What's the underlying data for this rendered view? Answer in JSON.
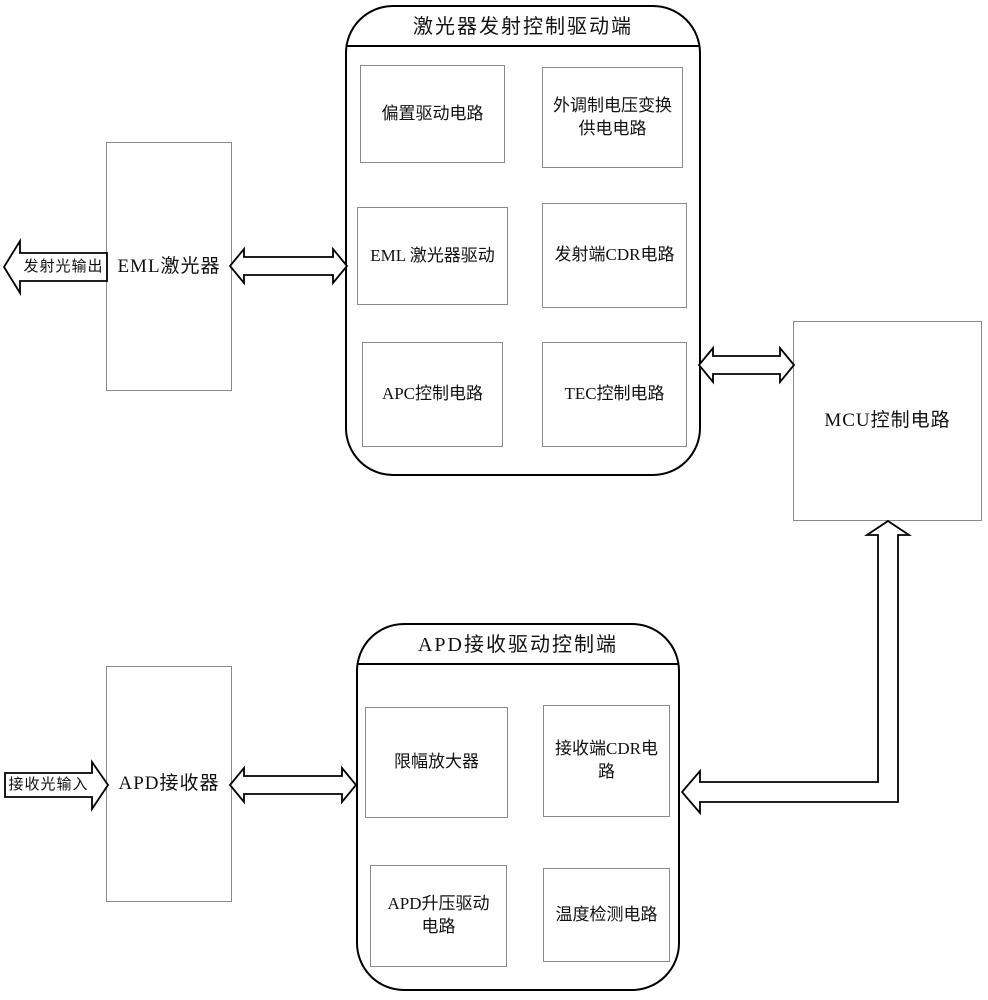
{
  "diagram": {
    "tx_unit": {
      "title": "激光器发射控制驱动端",
      "boxes": [
        {
          "label": "偏置驱动电路"
        },
        {
          "label": "外调制电压变换供电电路"
        },
        {
          "label": "EML 激光器驱动"
        },
        {
          "label": "发射端CDR电路"
        },
        {
          "label": "APC控制电路"
        },
        {
          "label": "TEC控制电路"
        }
      ]
    },
    "rx_unit": {
      "title": "APD接收驱动控制端",
      "boxes": [
        {
          "label": "限幅放大器"
        },
        {
          "label": "接收端CDR电路"
        },
        {
          "label": "APD升压驱动电路"
        },
        {
          "label": "温度检测电路"
        }
      ]
    },
    "eml_laser": {
      "label": "EML激光器"
    },
    "apd_receiver": {
      "label": "APD接收器"
    },
    "mcu": {
      "label": "MCU控制电路"
    },
    "io_labels": {
      "tx_output": "发射光输出",
      "rx_input": "接收光输入"
    },
    "colors": {
      "background": "#ffffff",
      "outline": "#000000",
      "inner_border": "#8a8a8a"
    }
  }
}
